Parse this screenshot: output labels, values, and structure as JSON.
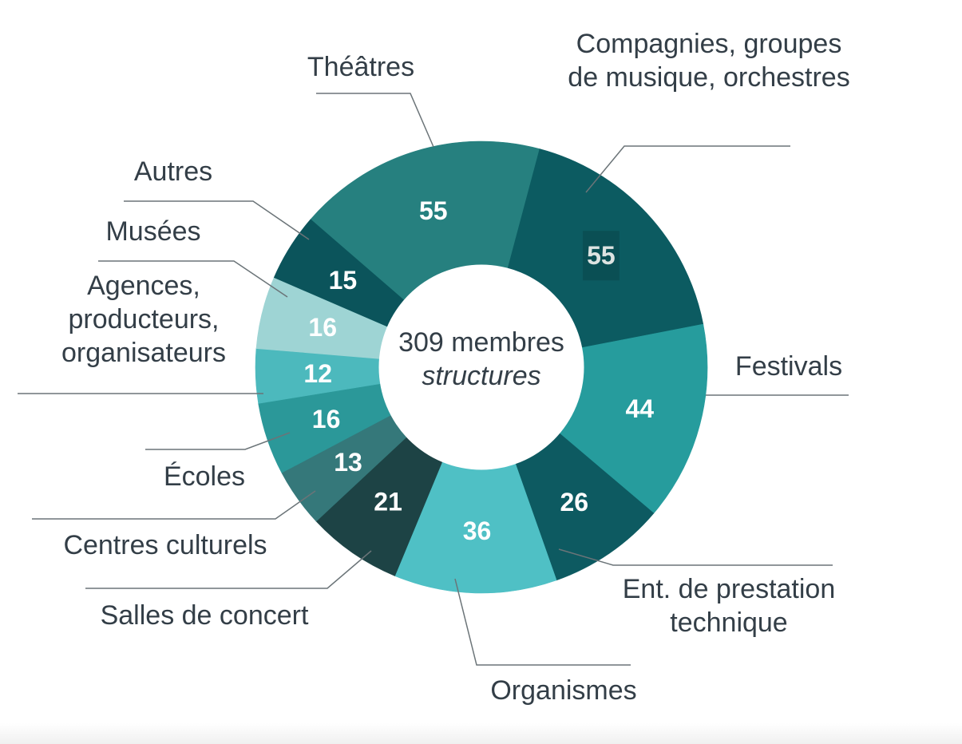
{
  "chart_data": {
    "type": "pie",
    "variant": "donut",
    "total": 309,
    "direction": "clockwise",
    "start_angle_deg": -49.13,
    "center_label": [
      "309 membres",
      "structures"
    ],
    "style": {
      "value_color": "#ffffff",
      "highlight_value_color": "#dde3e1",
      "highlight_box_color": "rgba(0,0,0,0.13)",
      "label_color": "#333e47",
      "leader_color": "#6b7478",
      "background_color": "#ffffff"
    },
    "segments": [
      {
        "key": "theatres",
        "label": "Théâtres",
        "label_lines": [
          "Théâtres"
        ],
        "value": 55,
        "color": "#26807f"
      },
      {
        "key": "compagnies",
        "label": "Compagnies, groupes de musique, orchestres",
        "label_lines": [
          "Compagnies, groupes",
          "de musique, orchestres"
        ],
        "value": 55,
        "color": "#0c5b61",
        "value_highlighted": true
      },
      {
        "key": "festivals",
        "label": "Festivals",
        "label_lines": [
          "Festivals"
        ],
        "value": 44,
        "color": "#269c9d"
      },
      {
        "key": "ent_prestation",
        "label": "Ent. de prestation technique",
        "label_lines": [
          "Ent. de prestation",
          "technique"
        ],
        "value": 26,
        "color": "#0d5a61"
      },
      {
        "key": "organismes",
        "label": "Organismes",
        "label_lines": [
          "Organismes"
        ],
        "value": 36,
        "color": "#4fc0c5"
      },
      {
        "key": "salles",
        "label": "Salles de concert",
        "label_lines": [
          "Salles de concert"
        ],
        "value": 21,
        "color": "#1d4345"
      },
      {
        "key": "centres",
        "label": "Centres culturels",
        "label_lines": [
          "Centres culturels"
        ],
        "value": 13,
        "color": "#35787a"
      },
      {
        "key": "ecoles",
        "label": "Écoles",
        "label_lines": [
          "Écoles"
        ],
        "value": 16,
        "color": "#2b9899"
      },
      {
        "key": "agences",
        "label": "Agences, producteurs, organisateurs",
        "label_lines": [
          "Agences,",
          "producteurs,",
          "organisateurs"
        ],
        "value": 12,
        "color": "#4cb9bd"
      },
      {
        "key": "musees",
        "label": "Musées",
        "label_lines": [
          "Musées"
        ],
        "value": 16,
        "color": "#9ed4d4"
      },
      {
        "key": "autres",
        "label": "Autres",
        "label_lines": [
          "Autres"
        ],
        "value": 15,
        "color": "#0b545b"
      }
    ]
  }
}
